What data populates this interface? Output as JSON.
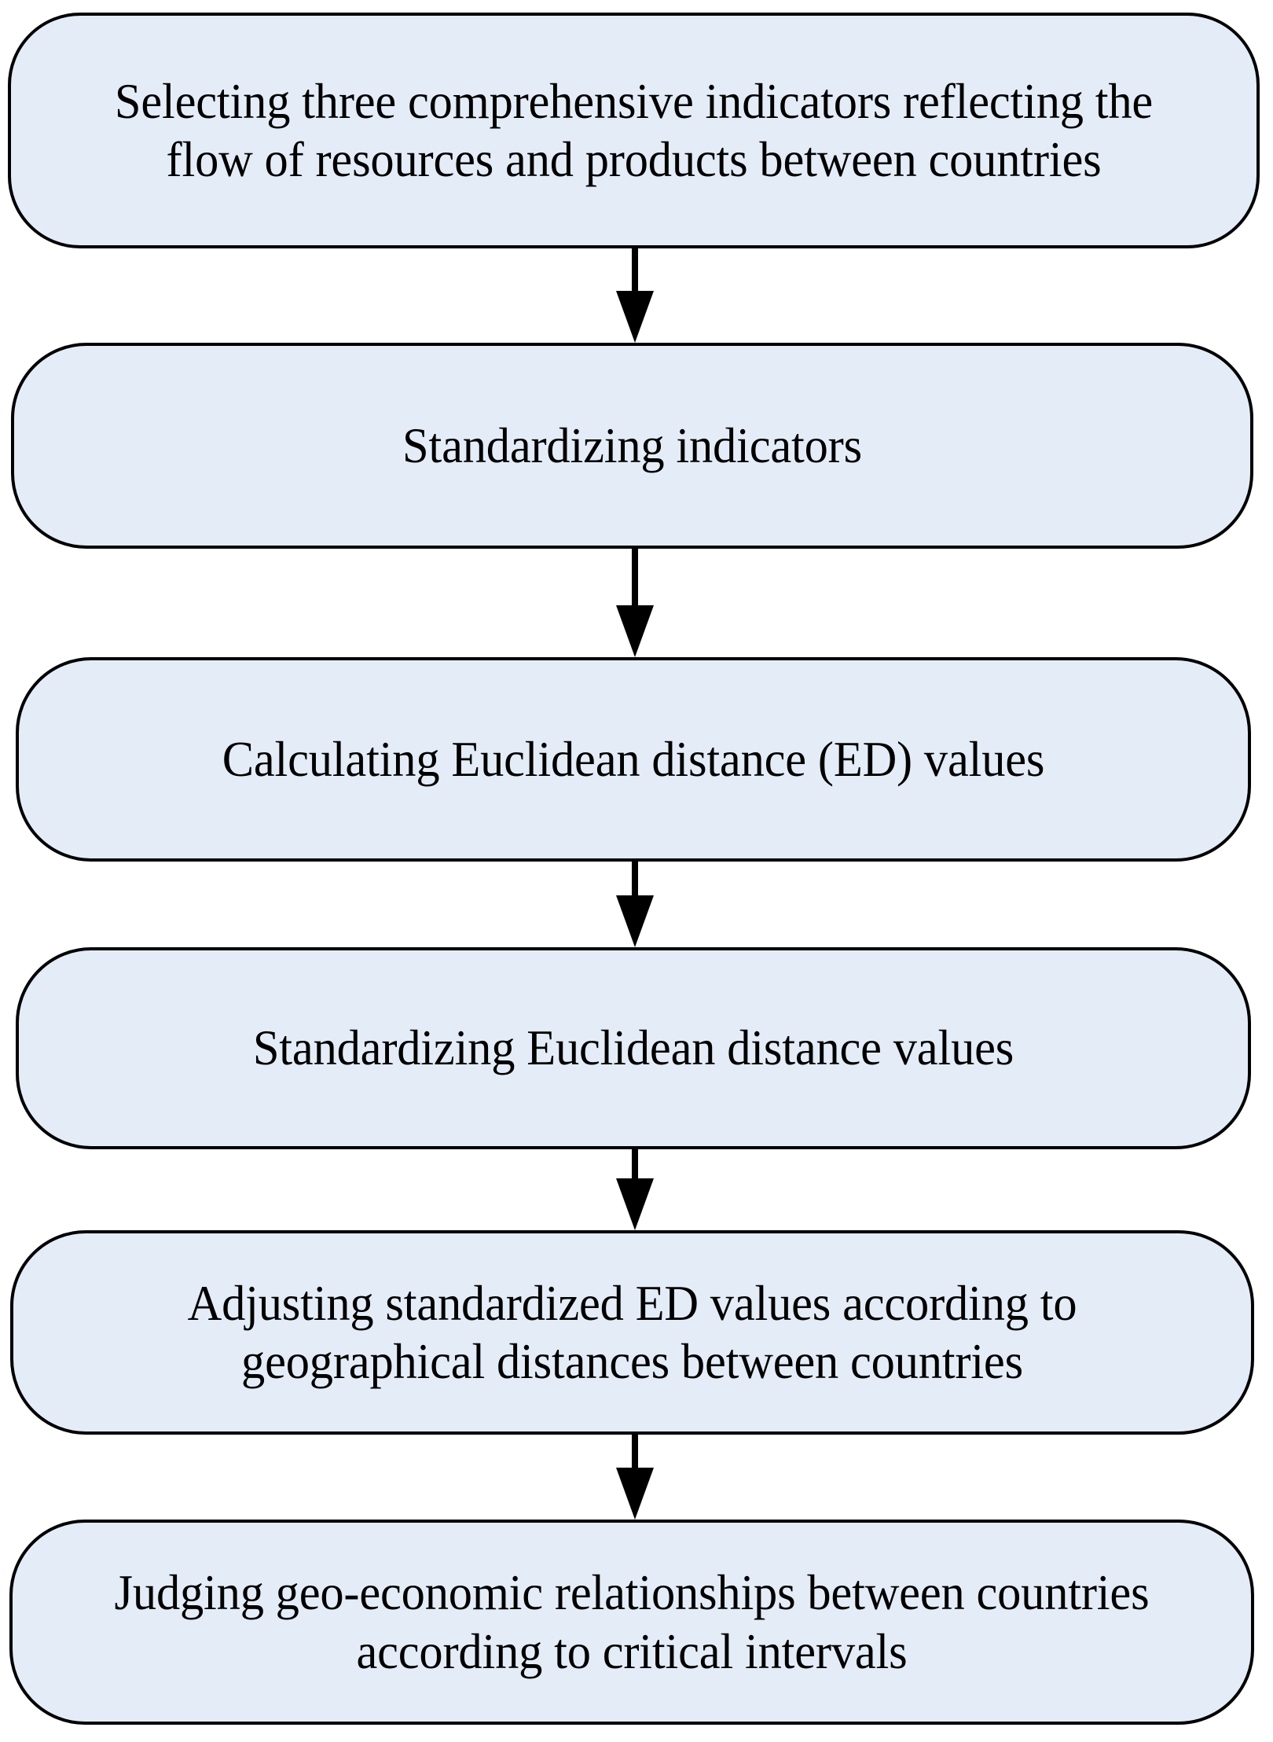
{
  "diagram": {
    "type": "flowchart",
    "orientation": "vertical-top-to-bottom",
    "node_fill_color": "#e4ecf7",
    "node_border_color": "#000000",
    "arrow_color": "#000000",
    "text_color": "#000000",
    "nodes": [
      {
        "id": "step-1",
        "label": "Selecting three comprehensive indicators reflecting the\nflow of resources and products between countries"
      },
      {
        "id": "step-2",
        "label": "Standardizing indicators"
      },
      {
        "id": "step-3",
        "label": "Calculating Euclidean distance (ED) values"
      },
      {
        "id": "step-4",
        "label": "Standardizing Euclidean distance values"
      },
      {
        "id": "step-5",
        "label": "Adjusting standardized ED values according to\ngeographical distances between countries"
      },
      {
        "id": "step-6",
        "label": "Judging geo-economic relationships between countries\naccording to critical intervals"
      }
    ],
    "connectors": [
      {
        "id": "arrow-1",
        "from": "step-1",
        "to": "step-2",
        "glyph": "down-arrow"
      },
      {
        "id": "arrow-2",
        "from": "step-2",
        "to": "step-3",
        "glyph": "down-arrow"
      },
      {
        "id": "arrow-3",
        "from": "step-3",
        "to": "step-4",
        "glyph": "down-arrow"
      },
      {
        "id": "arrow-4",
        "from": "step-4",
        "to": "step-5",
        "glyph": "down-arrow"
      },
      {
        "id": "arrow-5",
        "from": "step-5",
        "to": "step-6",
        "glyph": "down-arrow"
      }
    ]
  }
}
